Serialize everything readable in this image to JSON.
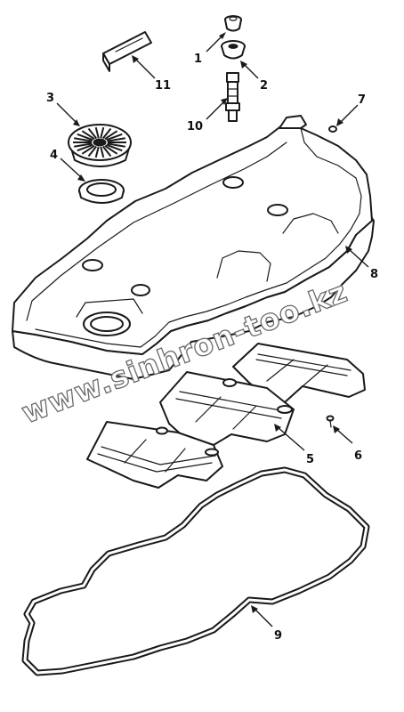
{
  "watermark": "www.sinhron-too.kz",
  "callouts": [
    {
      "id": "callout-1",
      "label": "1"
    },
    {
      "id": "callout-2",
      "label": "2"
    },
    {
      "id": "callout-3",
      "label": "3"
    },
    {
      "id": "callout-4",
      "label": "4"
    },
    {
      "id": "callout-5",
      "label": "5"
    },
    {
      "id": "callout-6",
      "label": "6"
    },
    {
      "id": "callout-7",
      "label": "7"
    },
    {
      "id": "callout-8",
      "label": "8"
    },
    {
      "id": "callout-9",
      "label": "9"
    },
    {
      "id": "callout-10",
      "label": "10"
    },
    {
      "id": "callout-11",
      "label": "11"
    }
  ]
}
